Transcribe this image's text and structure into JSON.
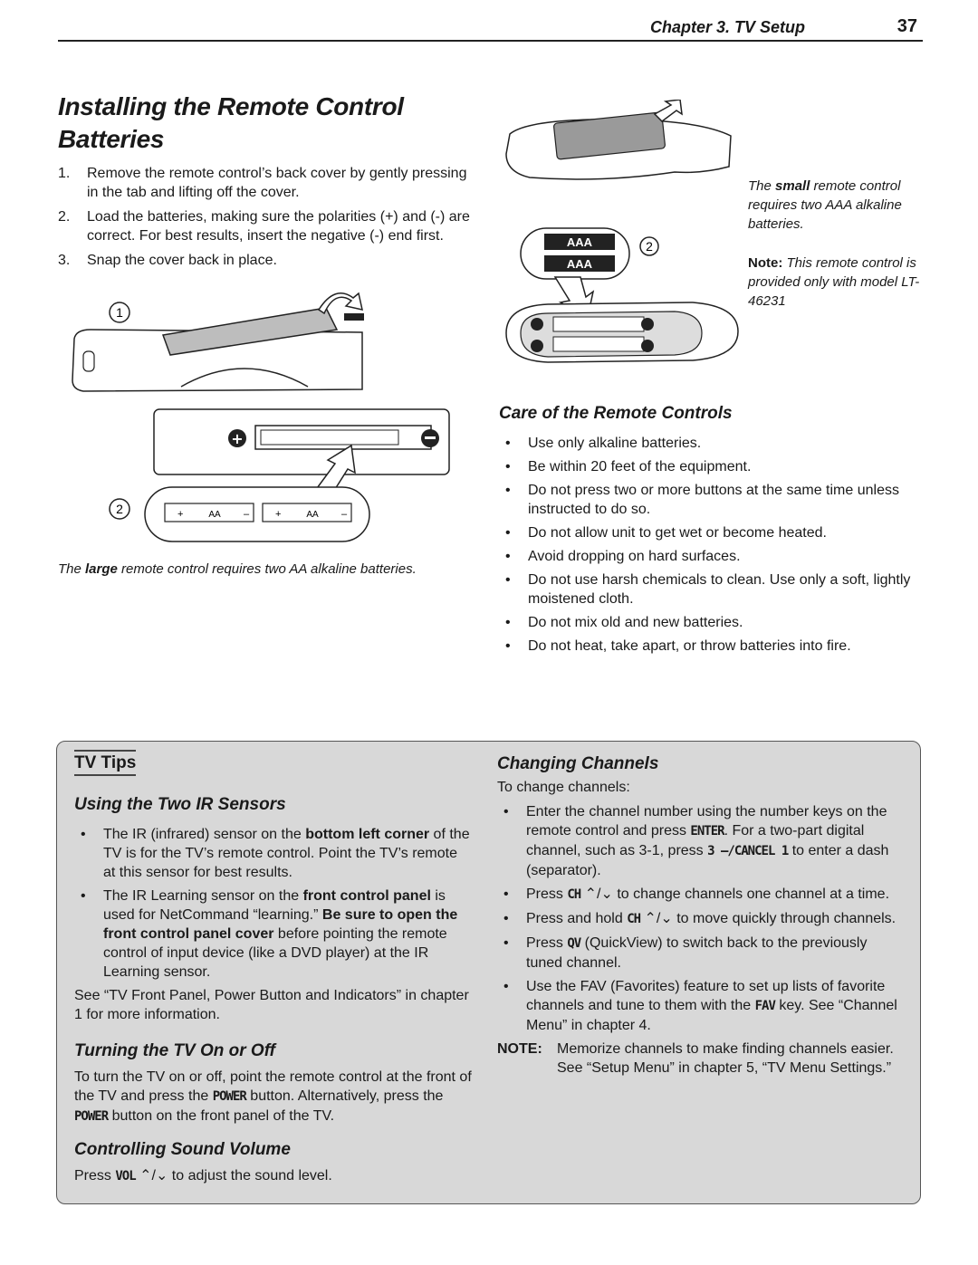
{
  "header": {
    "chapter": "Chapter 3.  TV Setup",
    "page_number": "37"
  },
  "title_line1": "Installing the Remote Control",
  "title_line2": "Batteries",
  "steps": [
    {
      "num": "1.",
      "text": "Remove the remote control’s back cover by gently pressing in the tab and lifting off the cover."
    },
    {
      "num": "2.",
      "text": "Load the batteries, making sure the polarities (+) and (-) are correct.  For best results, insert the negative (-) end first."
    },
    {
      "num": "3.",
      "text": "Snap the cover back in place."
    }
  ],
  "large_remote": {
    "callout1": "1",
    "callout2": "2",
    "battery_label": "AA",
    "caption_pre": "The ",
    "caption_bold": "large",
    "caption_post": " remote control requires two AA alkaline batteries."
  },
  "small_remote": {
    "callout2": "2",
    "battery_label": "AAA",
    "caption_pre": "The ",
    "caption_bold": "small",
    "caption_post": " remote control requires two AAA alkaline batteries.",
    "note_label": "Note:",
    "note_text": " This remote control is provided only with model LT-46231"
  },
  "care": {
    "heading": "Care of the Remote Controls",
    "items": [
      "Use only alkaline batteries.",
      "Be within 20 feet of the equipment.",
      "Do not press two or more buttons at the same time unless instructed to do so.",
      "Do not allow unit to get wet or become heated.",
      "Avoid dropping on hard surfaces.",
      "Do not use harsh chemicals to clean.  Use only a soft, lightly moistened cloth.",
      "Do not mix old and new batteries.",
      "Do not heat, take apart, or throw batteries into fire."
    ]
  },
  "tips": {
    "heading": "TV Tips",
    "ir": {
      "heading": "Using the Two IR Sensors",
      "b1_a": "The IR (infrared) sensor on the ",
      "b1_bold": "bottom left corner",
      "b1_b": " of the TV is for the TV’s remote control. Point the TV’s remote at this sensor for best results.",
      "b2_a": "The IR Learning sensor on the ",
      "b2_bold1": "front control panel",
      "b2_b": " is used for NetCommand “learning.” ",
      "b2_bold2": "Be sure to open the front control panel cover",
      "b2_c": " before pointing the remote control of input device (like a DVD player) at the IR Learning sensor.",
      "see": "See “TV Front Panel, Power Button and Indicators” in chapter 1 for more information."
    },
    "power": {
      "heading": "Turning the TV On or Off",
      "a": "To turn the TV on or off, point the remote control at the front of the TV and press the ",
      "key1": "POWER",
      "b": " button.  Alternatively, press the ",
      "key2": "POWER",
      "c": " button on the front panel of the TV."
    },
    "volume": {
      "heading": "Controlling Sound Volume",
      "a": "Press ",
      "key": "VOL",
      "arrows": " ⌃/⌄ ",
      "b": "to adjust the sound level."
    },
    "channels": {
      "heading": "Changing Channels",
      "intro": "To change channels:",
      "c1_a": "Enter the channel number using the number keys on the remote control and press ",
      "c1_key1": "ENTER",
      "c1_b": ".  For a two-part digital channel, such as 3-1, press ",
      "c1_key2": "3 –/CANCEL 1",
      "c1_c": " to enter a dash (separator).",
      "c2_a": "Press ",
      "c2_key": "CH",
      "c2_arrows": " ⌃/⌄ ",
      "c2_b": "to change channels one channel at a time.",
      "c3_a": "Press and hold ",
      "c3_key": "CH",
      "c3_arrows": " ⌃/⌄ ",
      "c3_b": "to move quickly through channels.",
      "c4_a": "Press ",
      "c4_key": "QV",
      "c4_b": " (QuickView) to switch back to the previously tuned channel.",
      "c5_a": "Use the FAV (Favorites) feature to set up lists of favorite channels and tune to them with the ",
      "c5_key": "FAV",
      "c5_b": " key.  See “Channel Menu” in chapter 4.",
      "note_label": "NOTE:",
      "note_text": "Memorize channels to make finding channels easier.  See “Setup Menu” in chapter 5, “TV Menu Settings.”"
    }
  }
}
